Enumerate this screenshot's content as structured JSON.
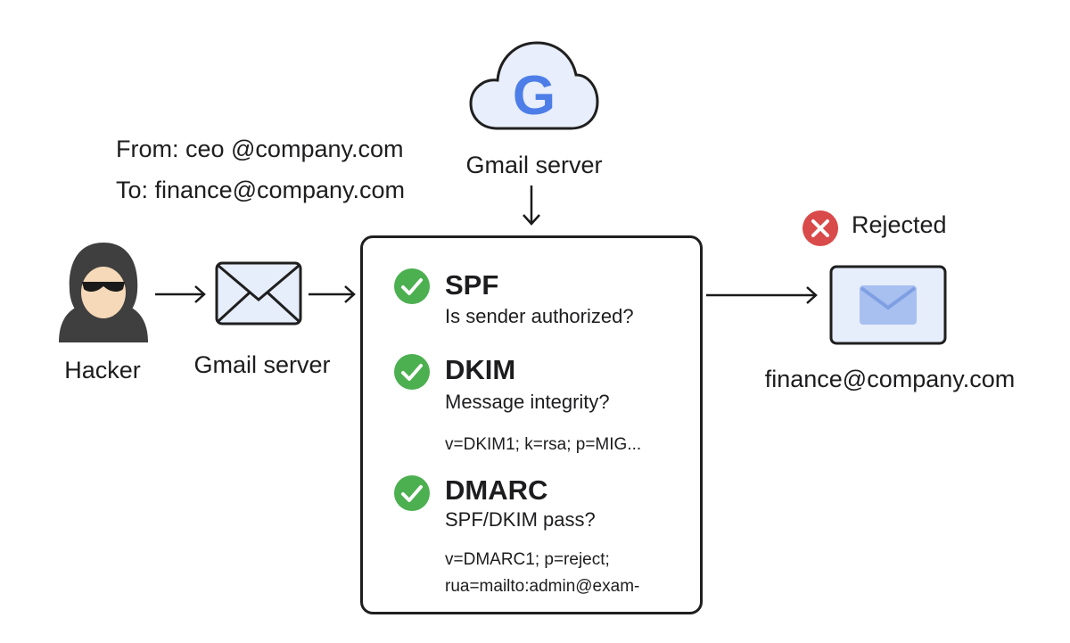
{
  "email_header": {
    "from_line": "From: ceo @company.com",
    "to_line": "To: finance@company.com"
  },
  "actors": {
    "hacker_label": "Hacker",
    "relay_server_label": "Gmail server",
    "gmail_server_label": "Gmail server",
    "recipient_label": "finance@company.com"
  },
  "result": {
    "status": "Rejected",
    "status_color": "#d94a4a"
  },
  "checks": [
    {
      "name": "SPF",
      "question": "Is sender authorized?",
      "record_lines": []
    },
    {
      "name": "DKIM",
      "question": "Message integrity?",
      "record_lines": [
        "v=DKIM1; k=rsa; p=MIG..."
      ]
    },
    {
      "name": "DMARC",
      "question": "SPF/DKIM pass?",
      "record_lines": [
        "v=DMARC1; p=reject;",
        "rua=mailto:admin@exam-"
      ]
    }
  ],
  "colors": {
    "check_green": "#4caf50",
    "google_blue": "#4d7ee8",
    "cloud_fill": "#e8eefb",
    "envelope_fill": "#e6edfb",
    "reject_red": "#d94a4a"
  },
  "icons": {
    "hacker": "hacker-icon",
    "envelope": "envelope-icon",
    "cloud": "cloud-icon",
    "check": "check-icon",
    "reject": "x-circle-icon",
    "inbox": "inbox-icon"
  }
}
